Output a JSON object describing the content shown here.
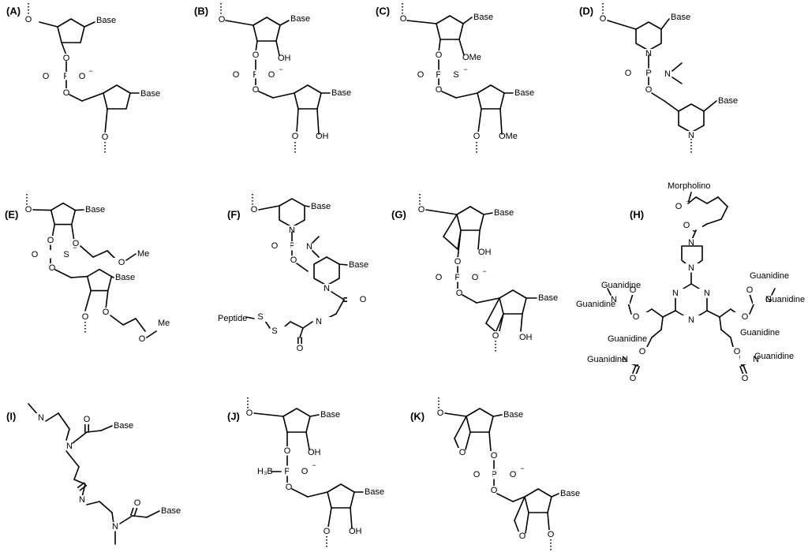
{
  "panels": [
    {
      "id": "A",
      "label": "(A)"
    },
    {
      "id": "B",
      "label": "(B)"
    },
    {
      "id": "C",
      "label": "(C)"
    },
    {
      "id": "D",
      "label": "(D)"
    },
    {
      "id": "E",
      "label": "(E)"
    },
    {
      "id": "F",
      "label": "(F)"
    },
    {
      "id": "G",
      "label": "(G)"
    },
    {
      "id": "H",
      "label": "(H)"
    },
    {
      "id": "I",
      "label": "(I)"
    },
    {
      "id": "J",
      "label": "(J)"
    },
    {
      "id": "K",
      "label": "(K)"
    }
  ],
  "atoms": {
    "base": "Base",
    "O": "O",
    "P": "P",
    "S": "S",
    "N": "N",
    "OH": "OH",
    "OMe": "OMe",
    "Me": "Me",
    "minus": "−",
    "H3B": "H₃B",
    "peptide": "Peptide",
    "morpholino": "Morpholino",
    "guanidine": "Guanidine"
  }
}
